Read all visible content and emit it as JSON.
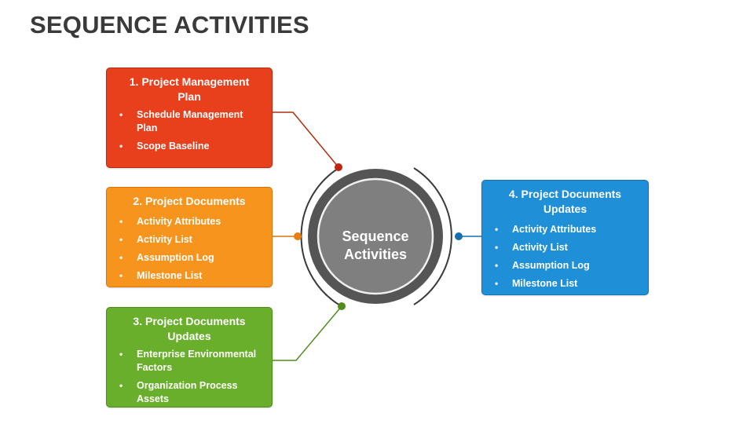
{
  "title": "SEQUENCE ACTIVITIES",
  "center": {
    "line1": "Sequence",
    "line2": "Activities"
  },
  "boxes": [
    {
      "title": "1. Project Management Plan",
      "color": "#e8401c",
      "items": [
        "Schedule Management Plan",
        "Scope Baseline"
      ]
    },
    {
      "title": "2. Project Documents",
      "color": "#f7941d",
      "items": [
        "Activity Attributes",
        "Activity List",
        "Assumption Log",
        "Milestone List"
      ]
    },
    {
      "title": "3. Project Documents Updates",
      "color": "#6aaf2b",
      "items": [
        "Enterprise Environmental Factors",
        "Organization Process Assets"
      ]
    },
    {
      "title": "4. Project Documents Updates",
      "color": "#1f8fd8",
      "items": [
        "Activity Attributes",
        "Activity List",
        "Assumption Log",
        "Milestone List"
      ]
    }
  ]
}
